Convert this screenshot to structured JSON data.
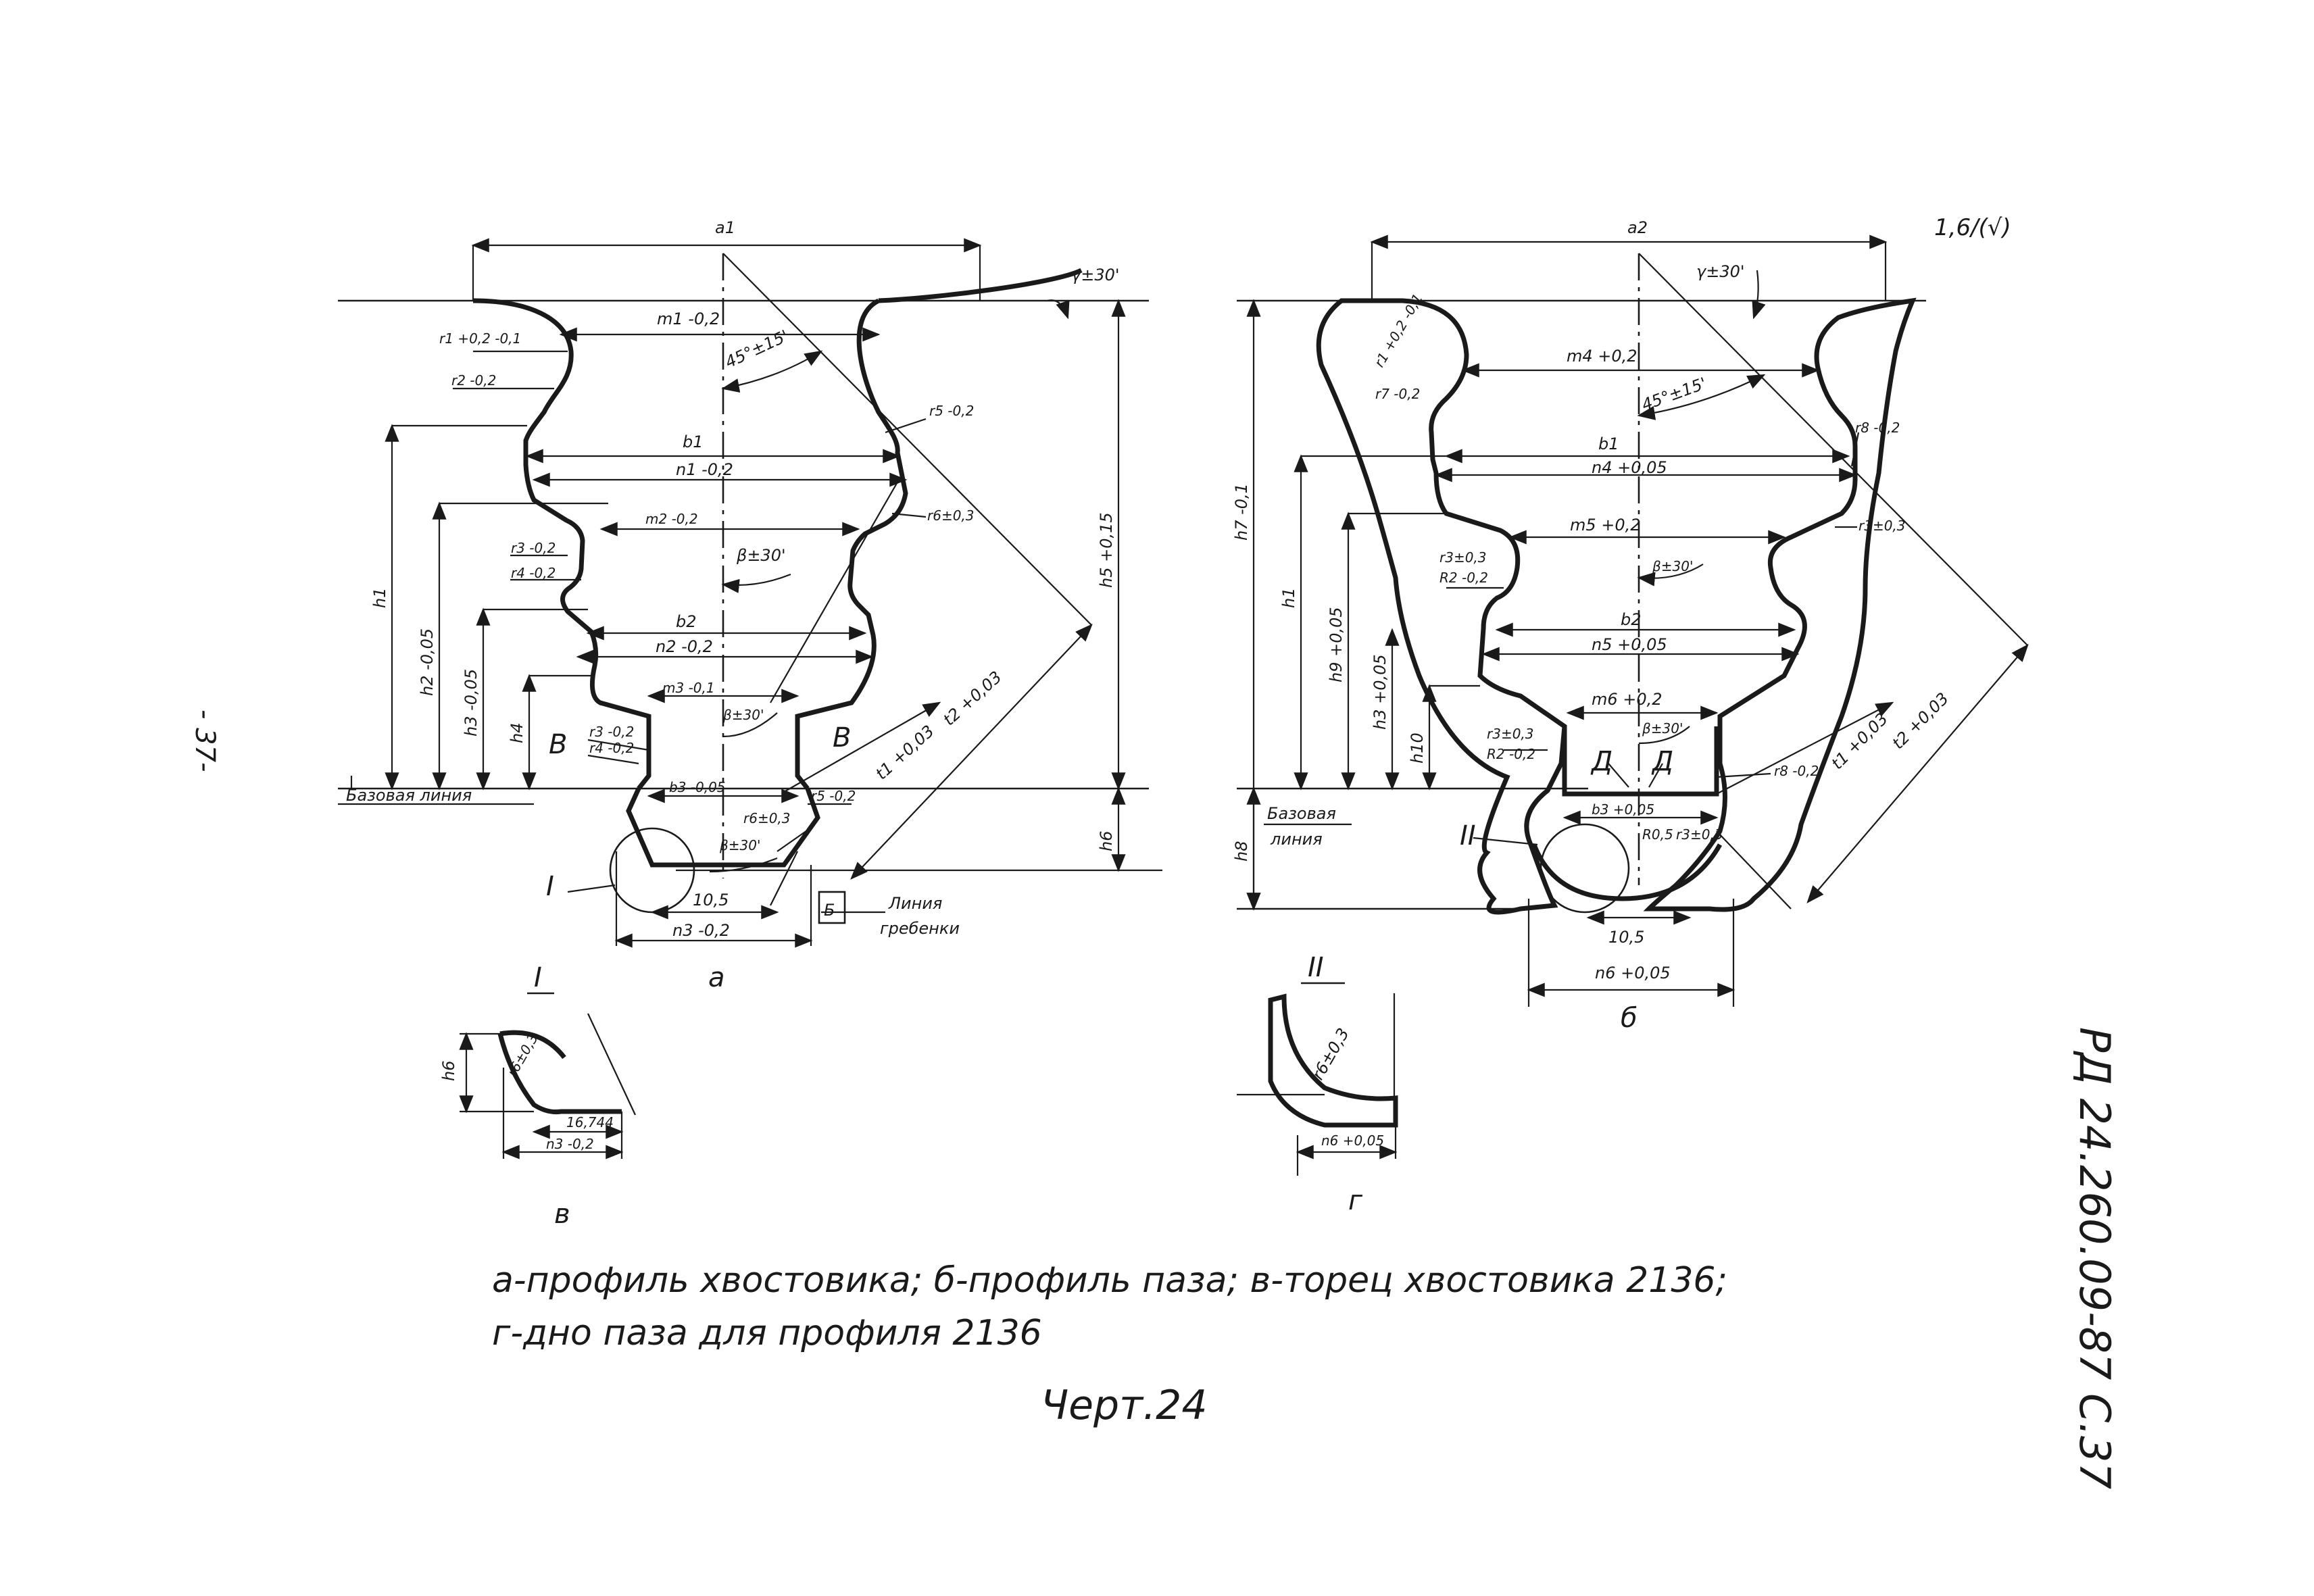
{
  "page": {
    "page_number": "- 37-",
    "doc_code": "РД 24.260.09-87  С.37",
    "roughness": "1,6/(√)"
  },
  "view_a": {
    "letter": "а",
    "dims": {
      "a1": "a1",
      "m1": "m1 -0,2",
      "r1": "r1 +0,2 -0,1",
      "r2": "r2 -0,2",
      "angle45": "45°±15'",
      "gamma": "γ±30'",
      "r5_top": "r5 -0,2",
      "b1": "b1",
      "n1": "n1 -0,2",
      "r6_top": "r6±0,3",
      "m2": "m2 -0,2",
      "beta_mid": "β±30'",
      "r3_top": "r3 -0,2",
      "r4_top": "r4 -0,2",
      "b2": "b2",
      "n2": "n2 -0,2",
      "h1": "h1",
      "h2": "h2 -0,05",
      "h3": "h3 -0,05",
      "h4": "h4",
      "h5": "h5 +0,15",
      "h6": "h6",
      "m3": "m3 -0,1",
      "beta_low": "β±30'",
      "r3_low": "r3 -0,2",
      "r4_low": "r4 -0,2",
      "b3": "b3 -0,05",
      "r5_low": "r5 -0,2",
      "r6_low": "r6±0,3",
      "beta_bot": "β±30'",
      "t1": "t1 +0,03",
      "t2": "t2 +0,03",
      "dim105": "10,5",
      "n3": "n3 -0,2",
      "section_v_left": "В",
      "section_v_right": "В",
      "detail": "I",
      "base_line": "Базовая линия",
      "comb_line_1": "Линия",
      "comb_line_2": "гребенки",
      "b_box": "Б"
    }
  },
  "view_b": {
    "letter": "б",
    "dims": {
      "a2": "a2",
      "gamma": "γ±30'",
      "m4": "m4 +0,2",
      "angle45": "45°±15'",
      "r1": "r1 +0,2 -0,1",
      "r7": "r7 -0,2",
      "r8_top": "r8 -0,2",
      "b1": "b1",
      "n4": "n4 +0,05",
      "m5": "m5 +0,2",
      "r3_right": "r3±0,3",
      "r3_mid": "r3±0,3",
      "R2_mid": "R2 -0,2",
      "beta_mid": "β±30'",
      "b2": "b2",
      "n5": "n5 +0,05",
      "m6": "m6 +0,2",
      "r3_low": "r3±0,3",
      "R2_low": "R2 -0,2",
      "beta_low": "β±30'",
      "D_left": "Д",
      "D_right": "Д",
      "r8_low": "r8 -0,2",
      "t1": "t1 +0,03",
      "t2": "t2 +0,03",
      "h7": "h7 -0,1",
      "h1": "h1",
      "h9": "h9 +0,05",
      "h3": "h3 +0,05",
      "h10": "h10",
      "h8": "h8",
      "b3": "b3 +0,05",
      "R05": "R0,5",
      "r3_bot": "r3±0,3",
      "dim105": "10,5",
      "n6": "n6 +0,05",
      "detail": "II",
      "base_line_1": "Базовая",
      "base_line_2": "линия"
    }
  },
  "detail_I": {
    "label": "I"
  },
  "view_v": {
    "letter": "в",
    "h6": "h6",
    "r6": "r6±0,3",
    "dim16": "16,744",
    "n3": "n3 -0,2"
  },
  "detail_II": {
    "label": "II"
  },
  "view_g": {
    "letter": "г",
    "r6": "r6±0,3",
    "n6": "n6 +0,05"
  },
  "caption": {
    "line1": "а-профиль хвостовика; б-профиль паза; в-торец хвостовика 2136;",
    "line2": "г-дно паза для профиля 2136",
    "drawing_no": "Черт.24"
  }
}
